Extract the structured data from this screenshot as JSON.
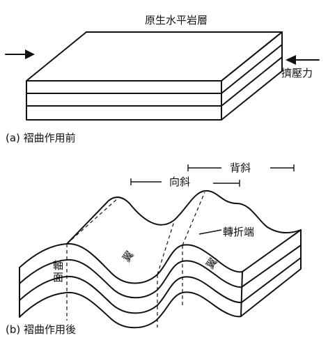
{
  "top_block": {
    "title": "原生水平岩層",
    "force_label": "擠壓力",
    "caption": "(a) 褶曲作用前"
  },
  "folded_block": {
    "anticline_label": "背斜",
    "syncline_label": "向斜",
    "hinge_label": "轉折端",
    "limb_label_1": "翼",
    "limb_label_2": "翼",
    "axial_plane_label": "軸面",
    "caption": "(b) 褶曲作用後"
  }
}
